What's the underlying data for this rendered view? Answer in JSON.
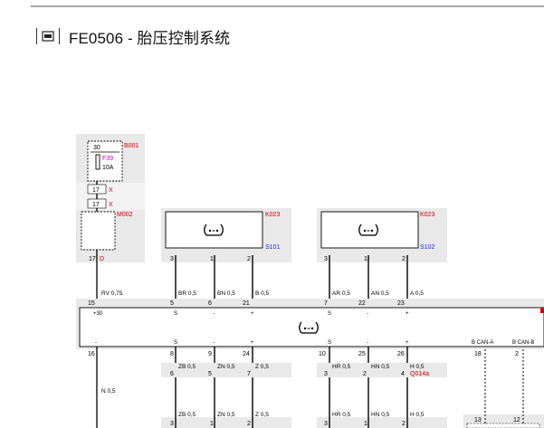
{
  "header": {
    "title": "FE0506 - 胎压控制系统",
    "icon": "document-icon"
  },
  "components": {
    "fuse_box": {
      "id": "B001",
      "pin": "30",
      "fuse": "F39",
      "rating": "10A"
    },
    "connector_m002": {
      "id": "M002"
    },
    "sensor_s101": {
      "id": "K023",
      "sub": "S101",
      "icon": "tire-pressure-icon"
    },
    "sensor_s102": {
      "id": "K023",
      "sub": "S102",
      "icon": "tire-pressure-icon"
    },
    "control_unit": {
      "icon": "tire-pressure-icon"
    }
  },
  "connectors": {
    "x17_a": {
      "pin": "17",
      "tag": "X"
    },
    "x17_b": {
      "pin": "17",
      "tag": "X"
    },
    "m002_out": {
      "pin": "17",
      "tag": "D"
    }
  },
  "wires": {
    "rv": "RV 0,75",
    "br": "BR 0,5",
    "bn": "BN 0,5",
    "b": "B 0,5",
    "ar": "AR 0,5",
    "an": "AN 0,5",
    "a": "A 0,5",
    "zb": "ZB 0,5",
    "zn": "ZN 0,5",
    "z": "Z 0,5",
    "hr": "HR 0,5",
    "hn": "HN 0,5",
    "h": "H 0,5",
    "n": "N 0,5",
    "zb2": "ZB 0,5",
    "zn2": "ZN 0,5",
    "z2": "Z 0,5",
    "hr2": "HR 0,5",
    "hn2": "HN 0,5",
    "h2": "H 0,5"
  },
  "pins": {
    "s101": [
      "3",
      "1",
      "2"
    ],
    "s102": [
      "3",
      "1",
      "2"
    ],
    "cu_top": [
      "15",
      "5",
      "6",
      "21",
      "7",
      "22",
      "23"
    ],
    "cu_bottom": [
      "16",
      "8",
      "9",
      "24",
      "10",
      "25",
      "26",
      "18",
      "2"
    ],
    "row2": [
      "6",
      "5",
      "7",
      "3",
      "2",
      "4"
    ],
    "row3": [
      "3",
      "1",
      "2",
      "3",
      "1",
      "2"
    ],
    "can_conn": [
      "13",
      "12"
    ]
  },
  "cu_labels": {
    "top": [
      "+30",
      "S",
      "-",
      "+",
      "S",
      "-",
      "+"
    ],
    "bottom": [
      "-",
      "S",
      "-",
      "+",
      "S",
      "-",
      "+"
    ],
    "can_l": "B CAN-A",
    "can_h": "B CAN-B"
  },
  "splice": "Q014a",
  "colors": {
    "red": "#d40000",
    "blue": "#1a2fd1",
    "magenta": "#cc00cc",
    "box_fill": "#e9e9e9"
  }
}
